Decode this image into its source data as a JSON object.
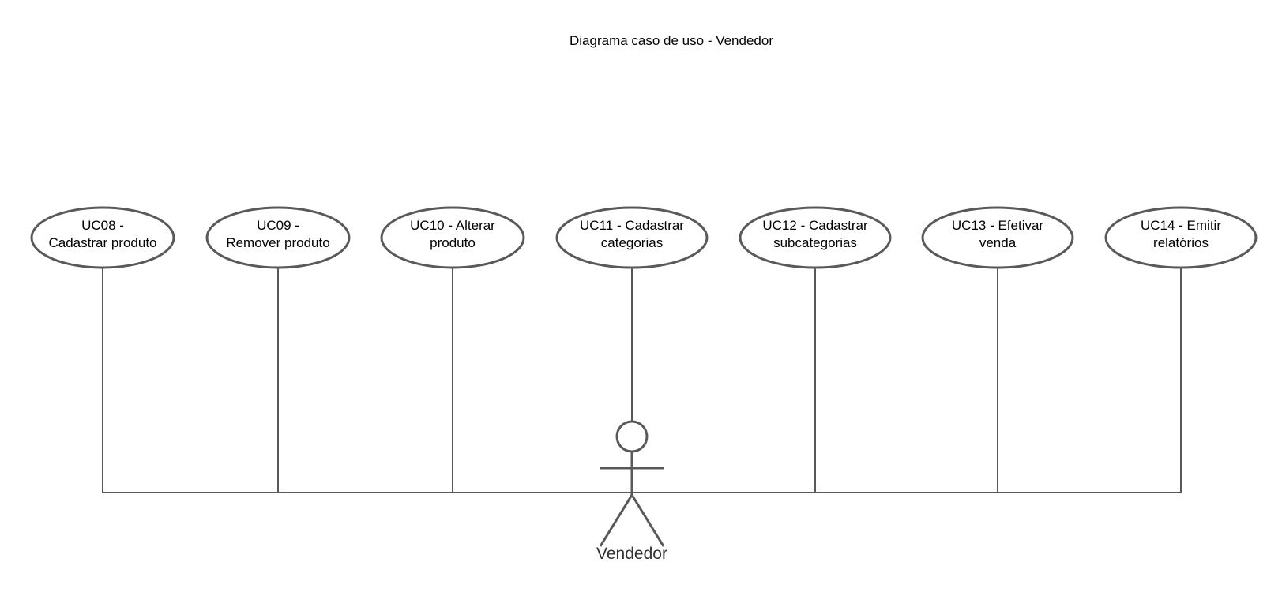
{
  "diagram": {
    "title": "Diagrama caso de uso - Vendedor",
    "actor": {
      "name": "Vendedor"
    },
    "use_cases": [
      {
        "id": "uc08",
        "label": "UC08 -\nCadastrar produto"
      },
      {
        "id": "uc09",
        "label": "UC09 -\nRemover produto"
      },
      {
        "id": "uc10",
        "label": "UC10 - Alterar\nproduto"
      },
      {
        "id": "uc11",
        "label": "UC11 - Cadastrar\ncategorias"
      },
      {
        "id": "uc12",
        "label": "UC12 - Cadastrar\nsubcategorias"
      },
      {
        "id": "uc13",
        "label": "UC13 - Efetivar\nvenda"
      },
      {
        "id": "uc14",
        "label": "UC14 - Emitir\nrelatórios"
      }
    ],
    "colors": {
      "stroke": "#595959",
      "text": "#000000",
      "background": "#ffffff"
    }
  }
}
